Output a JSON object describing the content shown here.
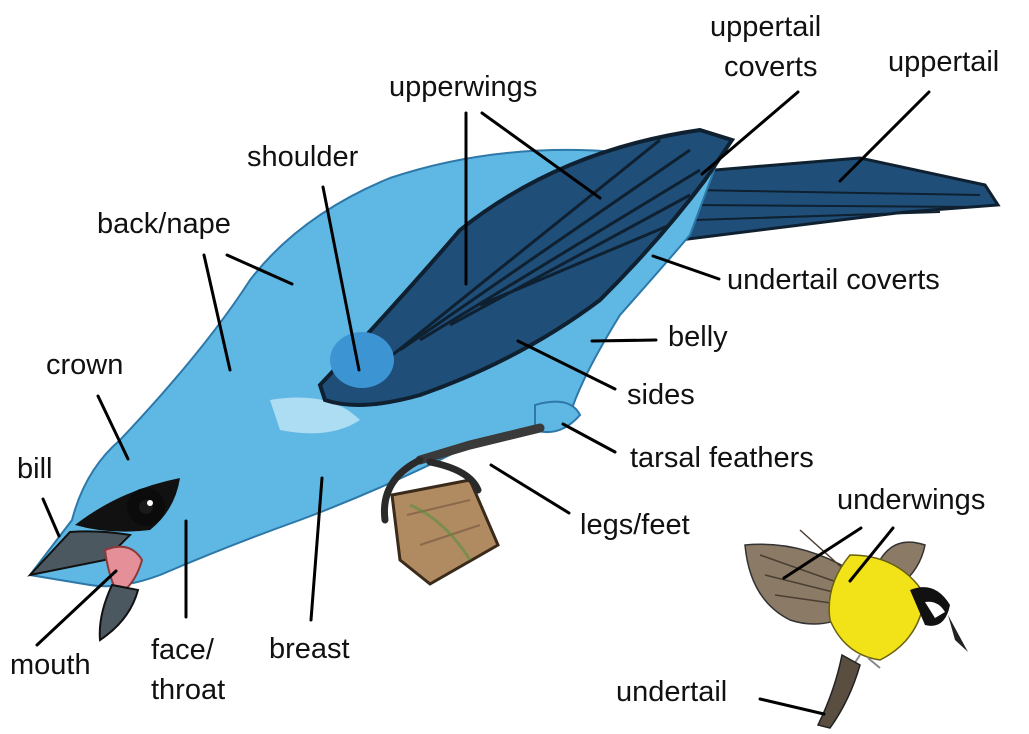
{
  "labels": {
    "uppertail_coverts_line1": "uppertail",
    "uppertail_coverts_line2": "coverts",
    "uppertail": "uppertail",
    "upperwings": "upperwings",
    "shoulder": "shoulder",
    "back_nape": "back/nape",
    "undertail_coverts": "undertail coverts",
    "belly": "belly",
    "crown": "crown",
    "sides": "sides",
    "tarsal_feathers": "tarsal feathers",
    "bill": "bill",
    "legs_feet": "legs/feet",
    "underwings": "underwings",
    "mouth": "mouth",
    "face_throat_line1": "face/",
    "face_throat_line2": "throat",
    "breast": "breast",
    "undertail": "undertail"
  },
  "colors": {
    "body_blue": "#5fb8e3",
    "dark_blue": "#1f4f79",
    "wing_black": "#0f2030",
    "pale_blue": "#b6e1f3",
    "yellow": "#f2e318",
    "mouth_pink": "#e58f98",
    "perch_brown": "#b08b62",
    "leader_line": "#000000"
  }
}
